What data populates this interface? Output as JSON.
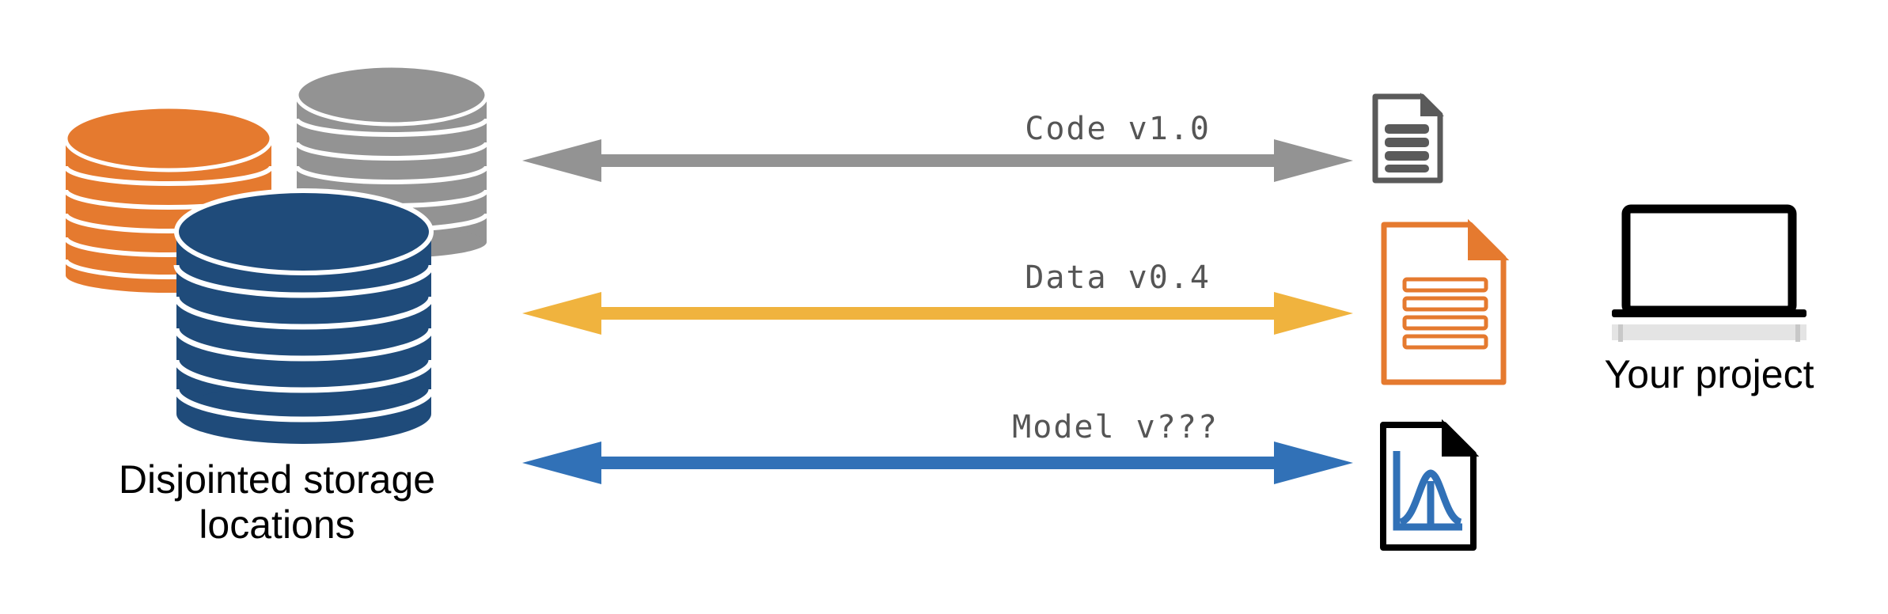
{
  "colors": {
    "orange": "#E57A2F",
    "gray": "#939393",
    "navy": "#1F4B7A",
    "arrow_gray": "#939393",
    "arrow_yellow": "#F0B33E",
    "arrow_blue": "#3171B7",
    "doc_orange": "#E57A2F",
    "doc_dark": "#5A5A5A",
    "chart_blue": "#3171B7"
  },
  "storage": {
    "caption_line1": "Disjointed storage",
    "caption_line2": "locations"
  },
  "arrows": [
    {
      "label": "Code v1.0",
      "color": "#939393",
      "icon": "code-file-icon"
    },
    {
      "label": "Data v0.4",
      "color": "#F0B33E",
      "icon": "data-file-icon"
    },
    {
      "label": "Model v???",
      "color": "#3171B7",
      "icon": "model-file-icon"
    }
  ],
  "project": {
    "caption": "Your project",
    "icon": "laptop-icon"
  }
}
